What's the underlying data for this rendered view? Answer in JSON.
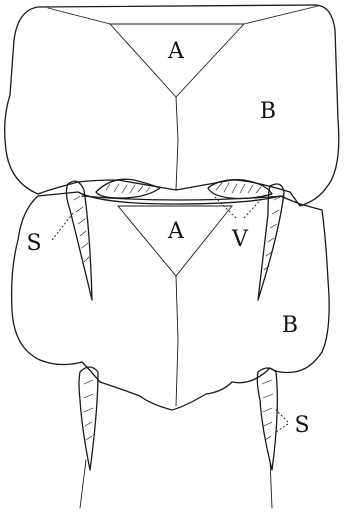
{
  "labels": {
    "upper_sclerite_a": "A",
    "upper_plate_b": "B",
    "lower_sclerite_a": "A",
    "lower_plate_b": "B",
    "seta_left": "S",
    "seta_right": "S",
    "valve": "V"
  }
}
